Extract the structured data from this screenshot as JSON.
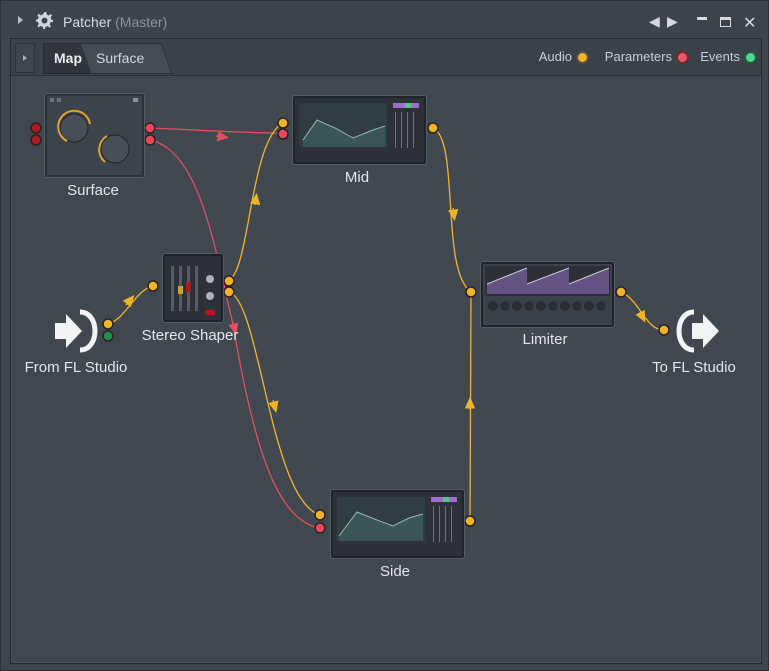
{
  "window": {
    "title": "Patcher",
    "subtitle": "(Master)",
    "controls": [
      "prev-arrow",
      "next-arrow",
      "minimize",
      "maximize",
      "close"
    ]
  },
  "tabs": [
    {
      "label": "Map",
      "active": true
    },
    {
      "label": "Surface",
      "active": false
    }
  ],
  "legend": [
    {
      "label": "Audio",
      "color": "#f0b429"
    },
    {
      "label": "Parameters",
      "color": "#e64a5a"
    },
    {
      "label": "Events",
      "color": "#3fd08a"
    }
  ],
  "nodes": {
    "surface": {
      "label": "Surface",
      "knobs": [
        "Knob 1",
        "Knob 2"
      ]
    },
    "mid": {
      "label": "Mid"
    },
    "stereo_shaper": {
      "label": "Stereo Shaper"
    },
    "from_fl": {
      "label": "From FL Studio"
    },
    "limiter": {
      "label": "Limiter"
    },
    "to_fl": {
      "label": "To FL Studio"
    },
    "side": {
      "label": "Side"
    }
  },
  "colors": {
    "audio": "#f0b429",
    "parameters": "#e0505e",
    "events": "#1f8f52",
    "background": "#40474f"
  }
}
